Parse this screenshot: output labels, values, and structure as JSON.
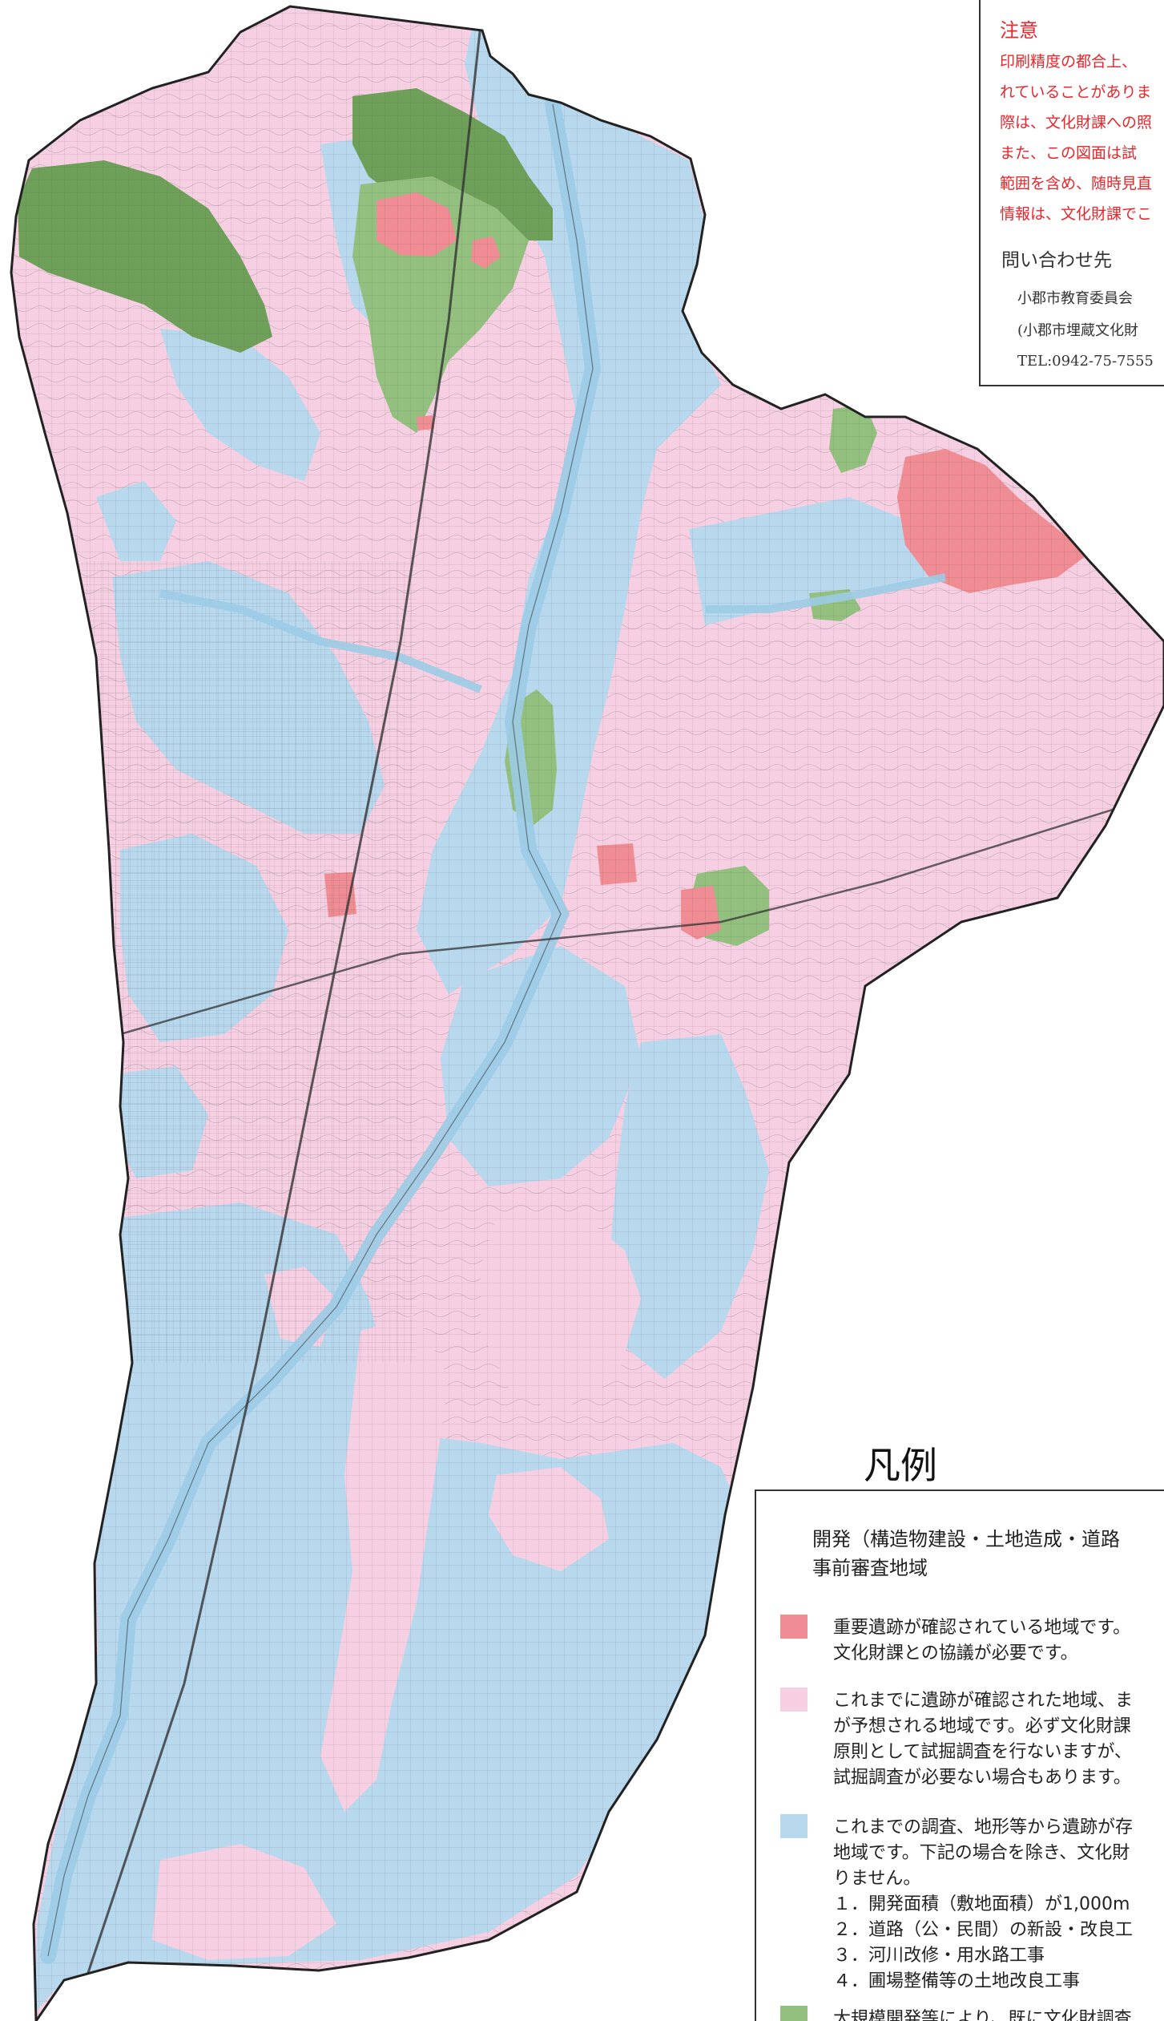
{
  "colors": {
    "important": "#f08c94",
    "confirmed": "#f6d0e2",
    "unlikely": "#b8d8ee",
    "surveyed": "#93c07e",
    "surveyed_dark": "#6fa05a",
    "border": "#222222",
    "notice_text": "#e8262b"
  },
  "notice": {
    "title": "注意",
    "lines": [
      "印刷精度の都合上、",
      "れていることがありま",
      "際は、文化財課への照",
      "また、この図面は試",
      "範囲を含め、随時見直",
      "情報は、文化財課でこ"
    ],
    "contact_title": "問い合わせ先",
    "contact_lines": [
      "小郡市教育委員会",
      "(小郡市埋蔵文化財",
      "TEL:0942-75-7555"
    ]
  },
  "legend": {
    "title": "凡例",
    "heading_lines": [
      "開発（構造物建設・土地造成・道路",
      "事前審査地域"
    ],
    "items": [
      {
        "key": "important",
        "lines": [
          "重要遺跡が確認されている地域です。",
          "文化財課との協議が必要です。"
        ]
      },
      {
        "key": "confirmed",
        "lines": [
          "これまでに遺跡が確認された地域、ま",
          "が予想される地域です。必ず文化財課",
          "原則として試掘調査を行ないますが、",
          "試掘調査が必要ない場合もあります。"
        ]
      },
      {
        "key": "unlikely",
        "lines": [
          "これまでの調査、地形等から遺跡が存",
          "地域です。下記の場合を除き、文化財",
          "りません。",
          "１．開発面積（敷地面積）が1,000m",
          "２．道路（公・民間）の新設・改良工",
          "３．河川改修・用水路工事",
          "４．圃場整備等の土地改良工事"
        ]
      },
      {
        "key": "surveyed",
        "lines": [
          "大規模開発等により、既に文化財調査"
        ]
      }
    ]
  }
}
